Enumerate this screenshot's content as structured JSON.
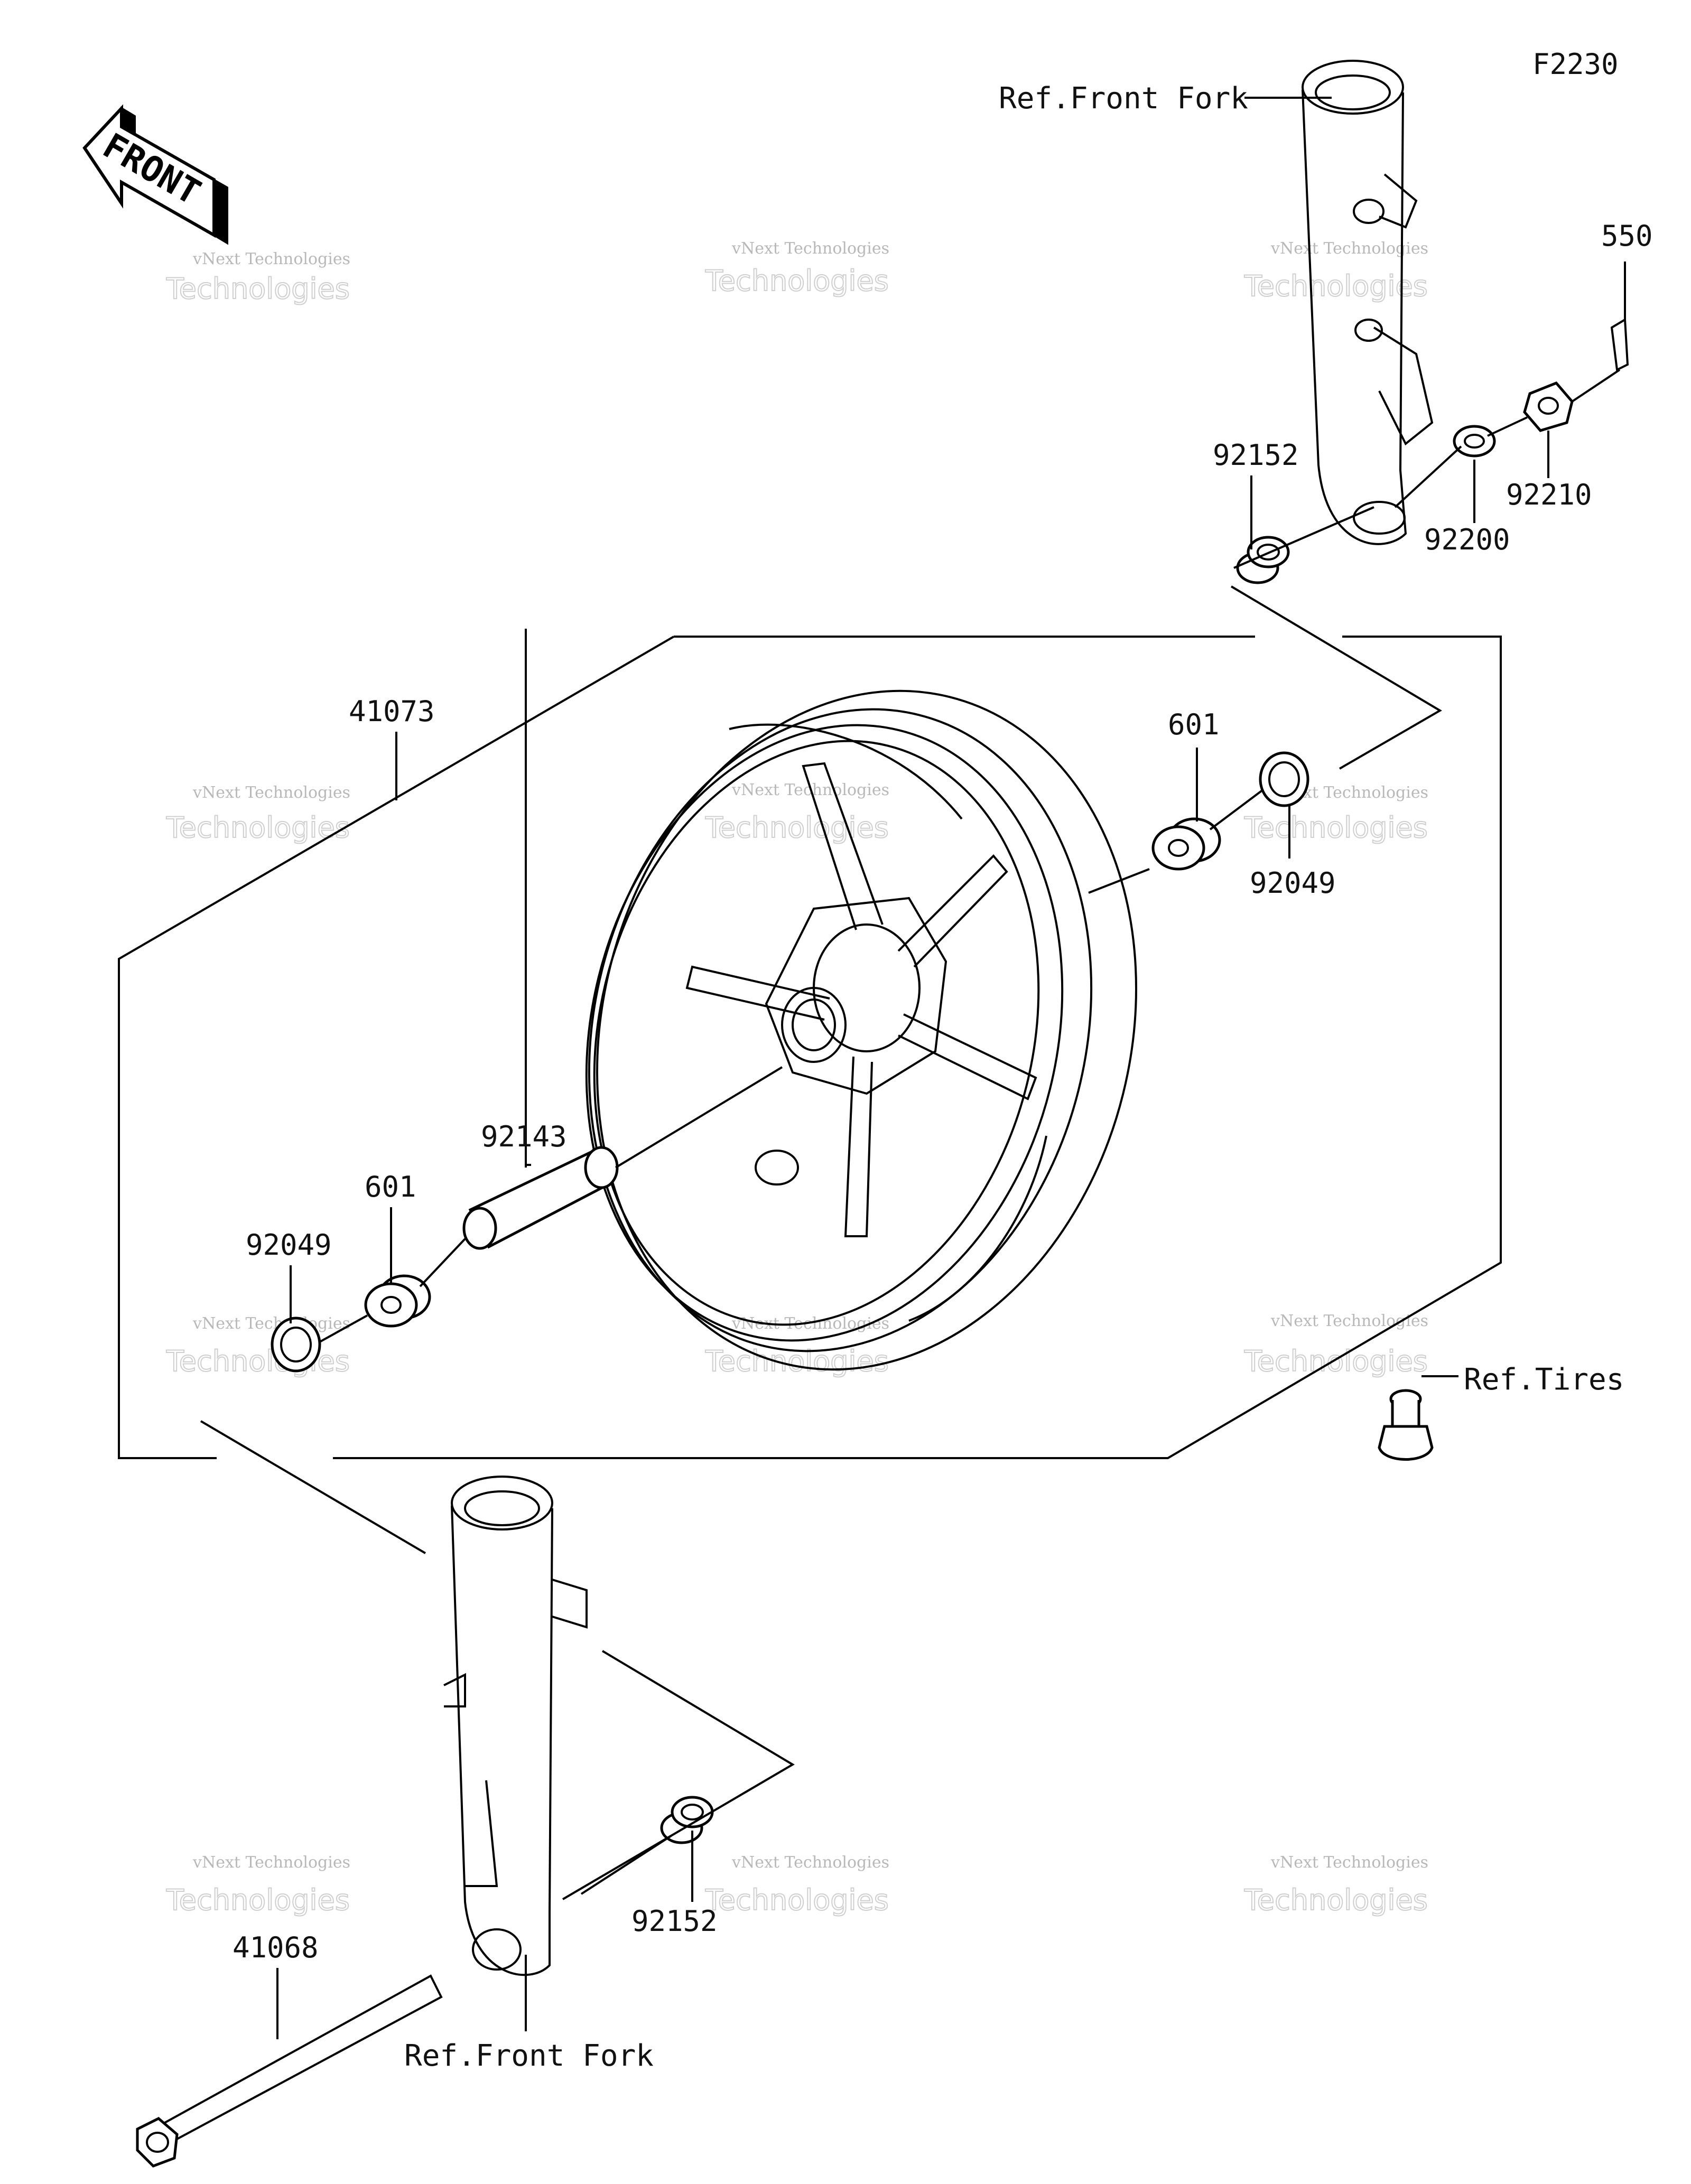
{
  "diagram_code": "F2230",
  "front_label": "FRONT",
  "watermark": {
    "line1": "vNext Technologies",
    "line2": "Technologies"
  },
  "part_labels": {
    "p550": "550",
    "p92152_top": "92152",
    "p92210": "92210",
    "p92200": "92200",
    "p41073": "41073",
    "p601_right": "601",
    "p92049_right": "92049",
    "p92143": "92143",
    "p601_left": "601",
    "p92049_left": "92049",
    "p92152_bottom": "92152",
    "p41068": "41068"
  },
  "refs": {
    "front_fork_top": "Ref.Front Fork",
    "front_fork_bottom": "Ref.Front Fork",
    "tires": "Ref.Tires"
  }
}
